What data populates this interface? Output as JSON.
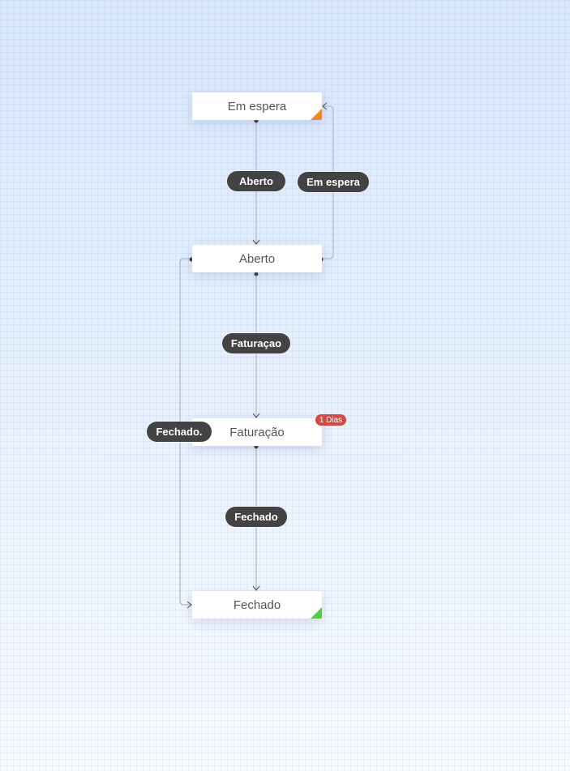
{
  "nodes": [
    {
      "label": "Em espera",
      "marker_color": "#f0862e"
    },
    {
      "label": "Aberto"
    },
    {
      "label": "Faturação",
      "badge": "1 Dias"
    },
    {
      "label": "Fechado",
      "marker_color": "#5cc74c"
    }
  ],
  "transitions": [
    {
      "label": "Aberto"
    },
    {
      "label": "Em espera"
    },
    {
      "label": "Faturaçao"
    },
    {
      "label": "Fechado."
    },
    {
      "label": "Fechado"
    }
  ],
  "colors": {
    "pill": "#434343",
    "badge": "#d9473f",
    "wire": "#b3bcc6"
  }
}
